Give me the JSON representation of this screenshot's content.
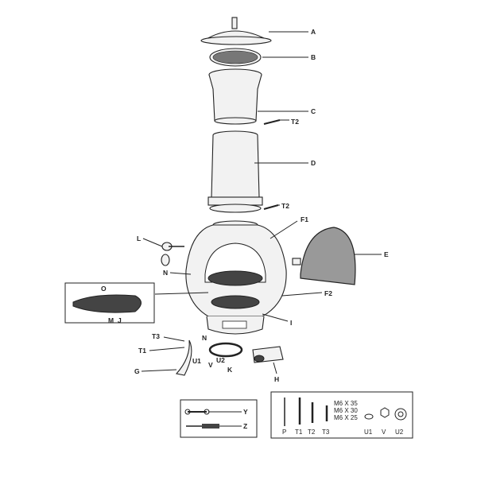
{
  "parts": {
    "A": "A",
    "B": "B",
    "C": "C",
    "D": "D",
    "E": "E",
    "F1": "F1",
    "F2": "F2",
    "G": "G",
    "H": "H",
    "I": "I",
    "J": "J",
    "K": "K",
    "L": "L",
    "M": "M",
    "N": "N",
    "O": "O",
    "T1": "T1",
    "T2": "T2",
    "T3": "T3",
    "U1": "U1",
    "U2": "U2",
    "V": "V"
  },
  "tools_box": {
    "Y": "Y",
    "Z": "Z"
  },
  "hardware_box": {
    "sizes": [
      "M6 X 35",
      "M6 X 30",
      "M6 X 25"
    ],
    "items": [
      "P",
      "T1",
      "T2",
      "T3",
      "U1",
      "V",
      "U2"
    ]
  }
}
